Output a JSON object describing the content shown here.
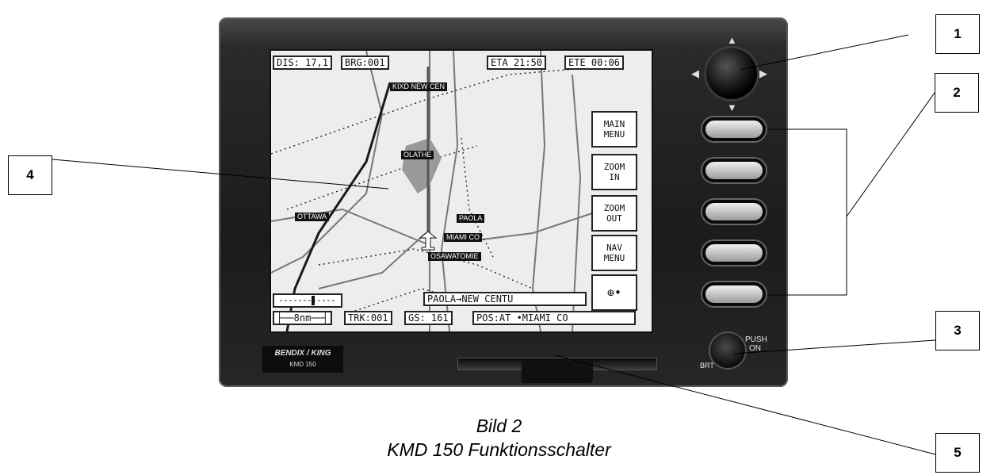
{
  "screen": {
    "top_left": "DIS: 17,1",
    "top_bearing": "BRG:001",
    "top_eta": "ETA 21:50",
    "top_ete": "ETE 00:06",
    "softkeys": [
      {
        "line1": "MAIN",
        "line2": "MENU"
      },
      {
        "line1": "ZOOM",
        "line2": "IN"
      },
      {
        "line1": "ZOOM",
        "line2": "OUT"
      },
      {
        "line1": "NAV",
        "line2": "MENU"
      },
      {
        "line1": "⊕•",
        "line2": ""
      }
    ],
    "route": "PAOLA→NEW CENTU",
    "scale": "├──8nm──┤",
    "track": "TRK:001",
    "groundspeed": "GS: 161",
    "position": "POS:AT •MIAMI CO",
    "labels": {
      "new_cen": "KIXD NEW CEN",
      "olathe": "OLATHE",
      "paola": "PAOLA",
      "miami": "MIAMI CO",
      "osawatomie": "OSAWATOMIE",
      "ottawa": "OTTAWA"
    }
  },
  "device": {
    "brand": "BENDIX / KING",
    "model": "KMD 150",
    "knob_label_1": "PUSH",
    "knob_label_2": "ON",
    "knob_label_3": "BRT"
  },
  "callouts": [
    "1",
    "2",
    "3",
    "4",
    "5"
  ],
  "caption": {
    "line1": "Bild 2",
    "line2": "KMD 150 Funktionsschalter"
  }
}
